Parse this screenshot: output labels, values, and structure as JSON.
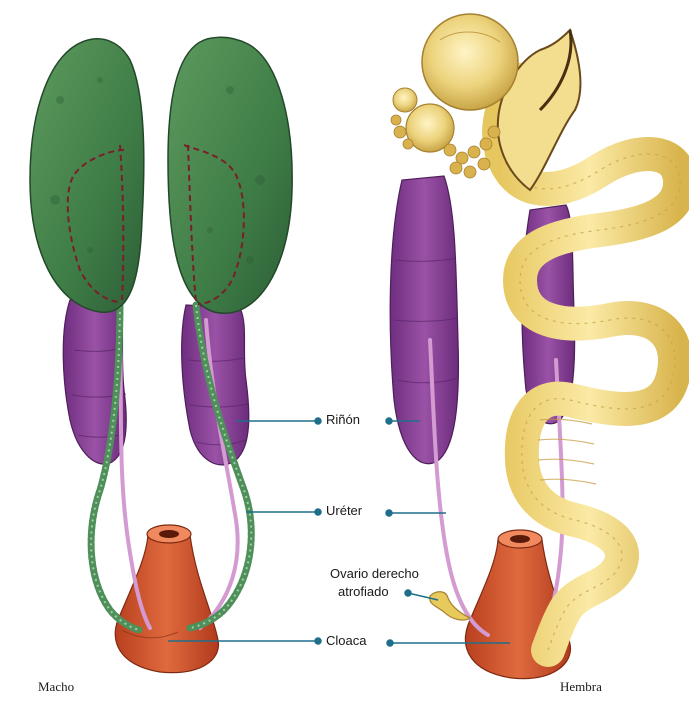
{
  "labels": {
    "kidney": "Riñón",
    "ureter": "Uréter",
    "ovary_line1": "Ovario derecho",
    "ovary_line2": "atrofiado",
    "cloaca": "Cloaca"
  },
  "captions": {
    "male": "Macho",
    "female": "Hembra"
  },
  "colors": {
    "testis": "#3f7d47",
    "kidney": "#8b3f96",
    "ureter": "#c98ac8",
    "vas_deferens": "#4f8f5a",
    "cloaca": "#d2552f",
    "ovary": "#e8cc6e",
    "oviduct": "#f0dc88",
    "leader_line": "#1f6f8b"
  }
}
